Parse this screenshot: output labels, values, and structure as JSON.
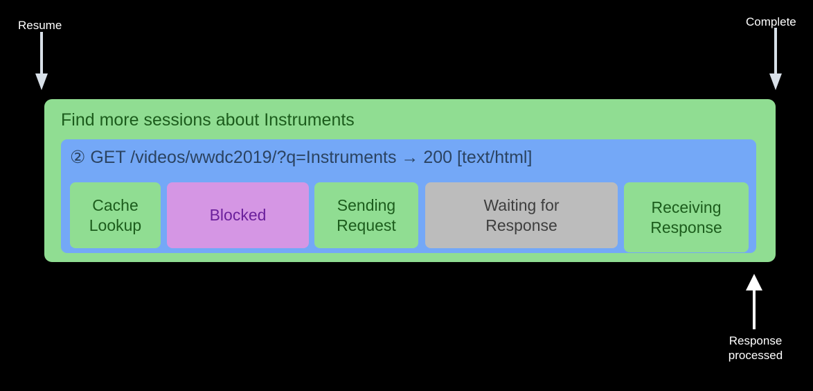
{
  "annotations": {
    "resume": "Resume",
    "complete": "Complete",
    "response_processed": "Response\nprocessed"
  },
  "task": {
    "title": "Find more sessions about Instruments",
    "color": "#90dd92",
    "text_color": "#1c5c1c"
  },
  "request": {
    "marker": "②",
    "method": "GET",
    "path": "/videos/wwdc2019/?q=Instruments",
    "arrow": "→",
    "status": "200",
    "content_type": "[text/html]",
    "full_line": "② GET /videos/wwdc2019/?q=Instruments → 200 [text/html]",
    "color": "#74a8f7",
    "text_color": "#2b4361"
  },
  "phases": [
    {
      "label": "Cache\nLookup",
      "state": "green",
      "color": "#90dd92",
      "text_color": "#1c5c1c"
    },
    {
      "label": "Blocked",
      "state": "purple",
      "color": "#d596e4",
      "text_color": "#6b1f9c"
    },
    {
      "label": "Sending\nRequest",
      "state": "green",
      "color": "#90dd92",
      "text_color": "#1c5c1c"
    },
    {
      "label": "Waiting for\nResponse",
      "state": "gray",
      "color": "#bcbcbc",
      "text_color": "#3e3e3e"
    },
    {
      "label": "Receiving\nResponse",
      "state": "green",
      "color": "#90dd92",
      "text_color": "#1c5c1c"
    }
  ],
  "colors": {
    "background": "#000000",
    "arrow_top": "#d8e0e8",
    "arrow_bottom": "#ffffff",
    "label_text": "#ffffff"
  }
}
